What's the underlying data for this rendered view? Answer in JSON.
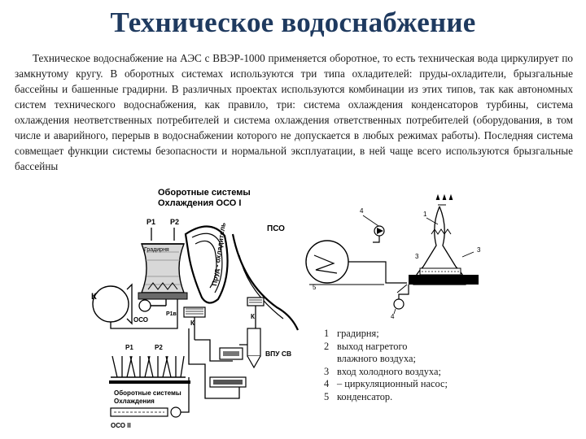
{
  "title": "Техническое водоснабжение",
  "body_text": "Техническое водоснабжение на АЭС с ВВЭР-1000 применяется оборотное, то есть техническая вода циркулирует по замкнутому кругу. В оборотных системах используются три типа охладителей: пруды-охладители, брызгальные бассейны и башенные градирни. В различных проектах используются комбинации из этих типов, так как автономных систем технического водоснабжения, как правило, три: система охлаждения конденсаторов турбины, система охлаждения неответственных потребителей и система охлаждения ответственных потребителей (оборудования, в том числе и аварийного, перерыв в водоснабжении которого не допускается в любых режимах работы). Последняя система совмещает функции системы безопасности и нормальной эксплуатации, в ней чаще всего используются брызгальные бассейны",
  "left_diagram": {
    "heading_line1": "Оборотные системы",
    "heading_line2": "Охлаждения ОСО I",
    "label_p1": "P1",
    "label_p2": "P2",
    "label_gradirnya": "Градирня",
    "label_prud": "Пруд - охладитель",
    "label_pso": "ПСО",
    "label_k_left": "К",
    "label_oso": "ОСО",
    "label_p1v": "P1в",
    "label_k_mid": "К",
    "label_k_right": "К",
    "label_p1_bottom": "P1",
    "label_p2_bottom": "P2",
    "label_vpu": "ВПУ СВ",
    "footer_line1": "Оборотные системы",
    "footer_line2": "Охлаждения",
    "label_oso2": "ОСО II"
  },
  "right_diagram": {
    "num_1": "1",
    "num_3a": "3",
    "num_3b": "3",
    "num_4a": "4",
    "num_4b": "4",
    "num_5": "5"
  },
  "legend": [
    {
      "num": "1",
      "lines": [
        "градирня;"
      ]
    },
    {
      "num": "2",
      "lines": [
        "выход нагретого",
        "влажного воздуха;"
      ]
    },
    {
      "num": "3",
      "lines": [
        "вход холодного воздуха;"
      ]
    },
    {
      "num": "4",
      "lines": [
        "– циркуляционный насос;"
      ]
    },
    {
      "num": "5",
      "lines": [
        "конденсатор."
      ]
    }
  ]
}
